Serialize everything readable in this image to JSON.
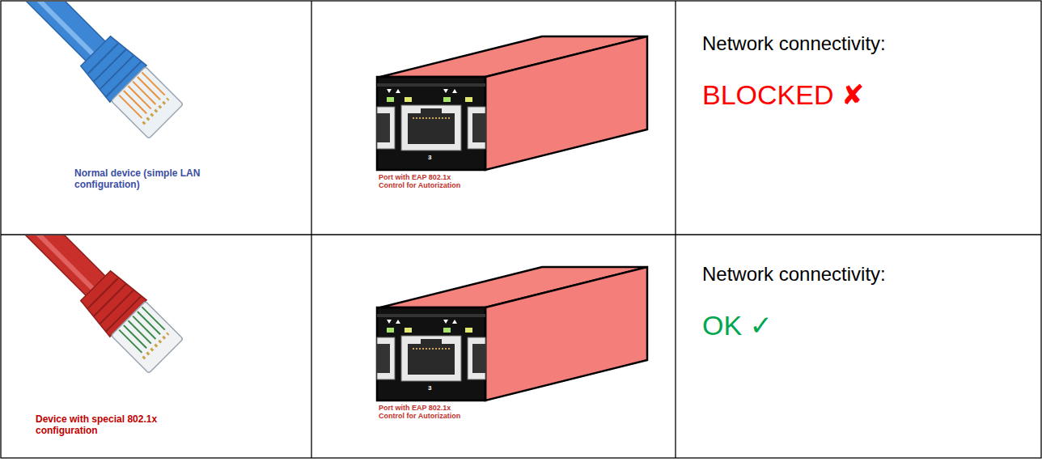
{
  "diagram": {
    "labels": [
      "Normal device (simple LAN configuration)",
      "3",
      "Port with EAP 802.1x Control for Autorization",
      "Network connectivity:",
      "BLOCKED ✘",
      "Device with special 802.1x configuration",
      "3",
      "Port with EAP 802.1x Control for Autorization",
      "Network connectivity:",
      "OK ✓"
    ]
  }
}
